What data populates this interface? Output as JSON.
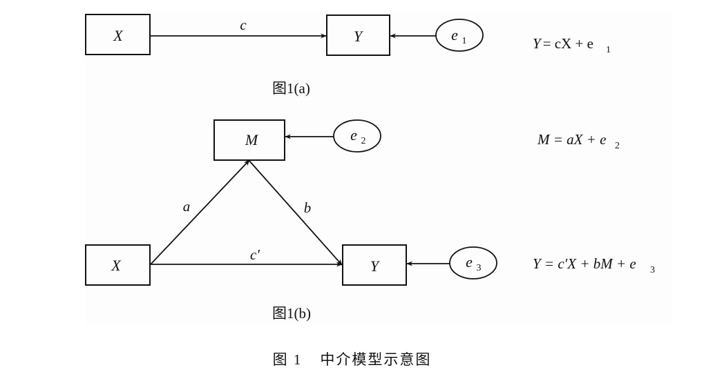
{
  "figure": {
    "caption_number": "图 1",
    "caption_title": "中介模型示意图"
  },
  "panel_a": {
    "label": "图1(a)",
    "nodes": {
      "x": "X",
      "y": "Y",
      "e1": "e",
      "e1_sub": "1"
    },
    "edges": {
      "c": "c"
    },
    "equation": {
      "lhs": "Y",
      "rhs": "= cX + e",
      "sub": "1"
    }
  },
  "panel_b": {
    "label": "图1(b)",
    "nodes": {
      "m": "M",
      "x": "X",
      "y": "Y",
      "e2": "e",
      "e2_sub": "2",
      "e3": "e",
      "e3_sub": "3"
    },
    "edges": {
      "a": "a",
      "b": "b",
      "c_prime": "c′"
    },
    "equations": [
      {
        "text": "M = aX + e",
        "sub": "2"
      },
      {
        "text": "Y = c′X + bM + e",
        "sub": "3"
      }
    ]
  },
  "colors": {
    "stroke": "#111111",
    "background": "#ffffff"
  }
}
